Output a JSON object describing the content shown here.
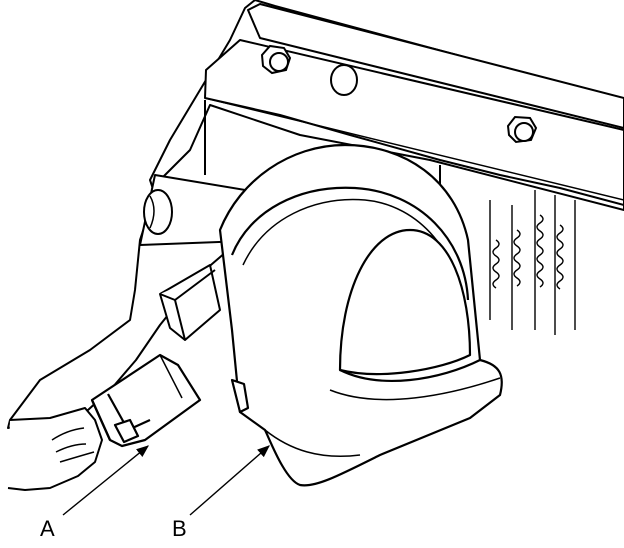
{
  "callouts": {
    "a": {
      "label": "A",
      "target": "connector"
    },
    "b": {
      "label": "B",
      "target": "horn"
    }
  },
  "colors": {
    "line": "#000000",
    "fill": "#ffffff"
  }
}
